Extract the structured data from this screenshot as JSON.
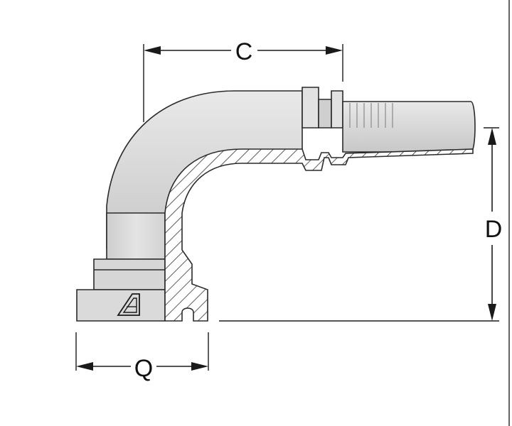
{
  "colors": {
    "body_fill": "#dcdcdc",
    "body_shade": "#c4c4c4",
    "section_fill": "#ffffff",
    "hatch": "#333333",
    "outline": "#2a2a2a",
    "dimension": "#1a1a1a"
  },
  "dimensions": {
    "c": {
      "label": "C"
    },
    "d": {
      "label": "D"
    },
    "q": {
      "label": "Q"
    }
  },
  "logo": {
    "icon": "manufacturer-logo-icon"
  }
}
